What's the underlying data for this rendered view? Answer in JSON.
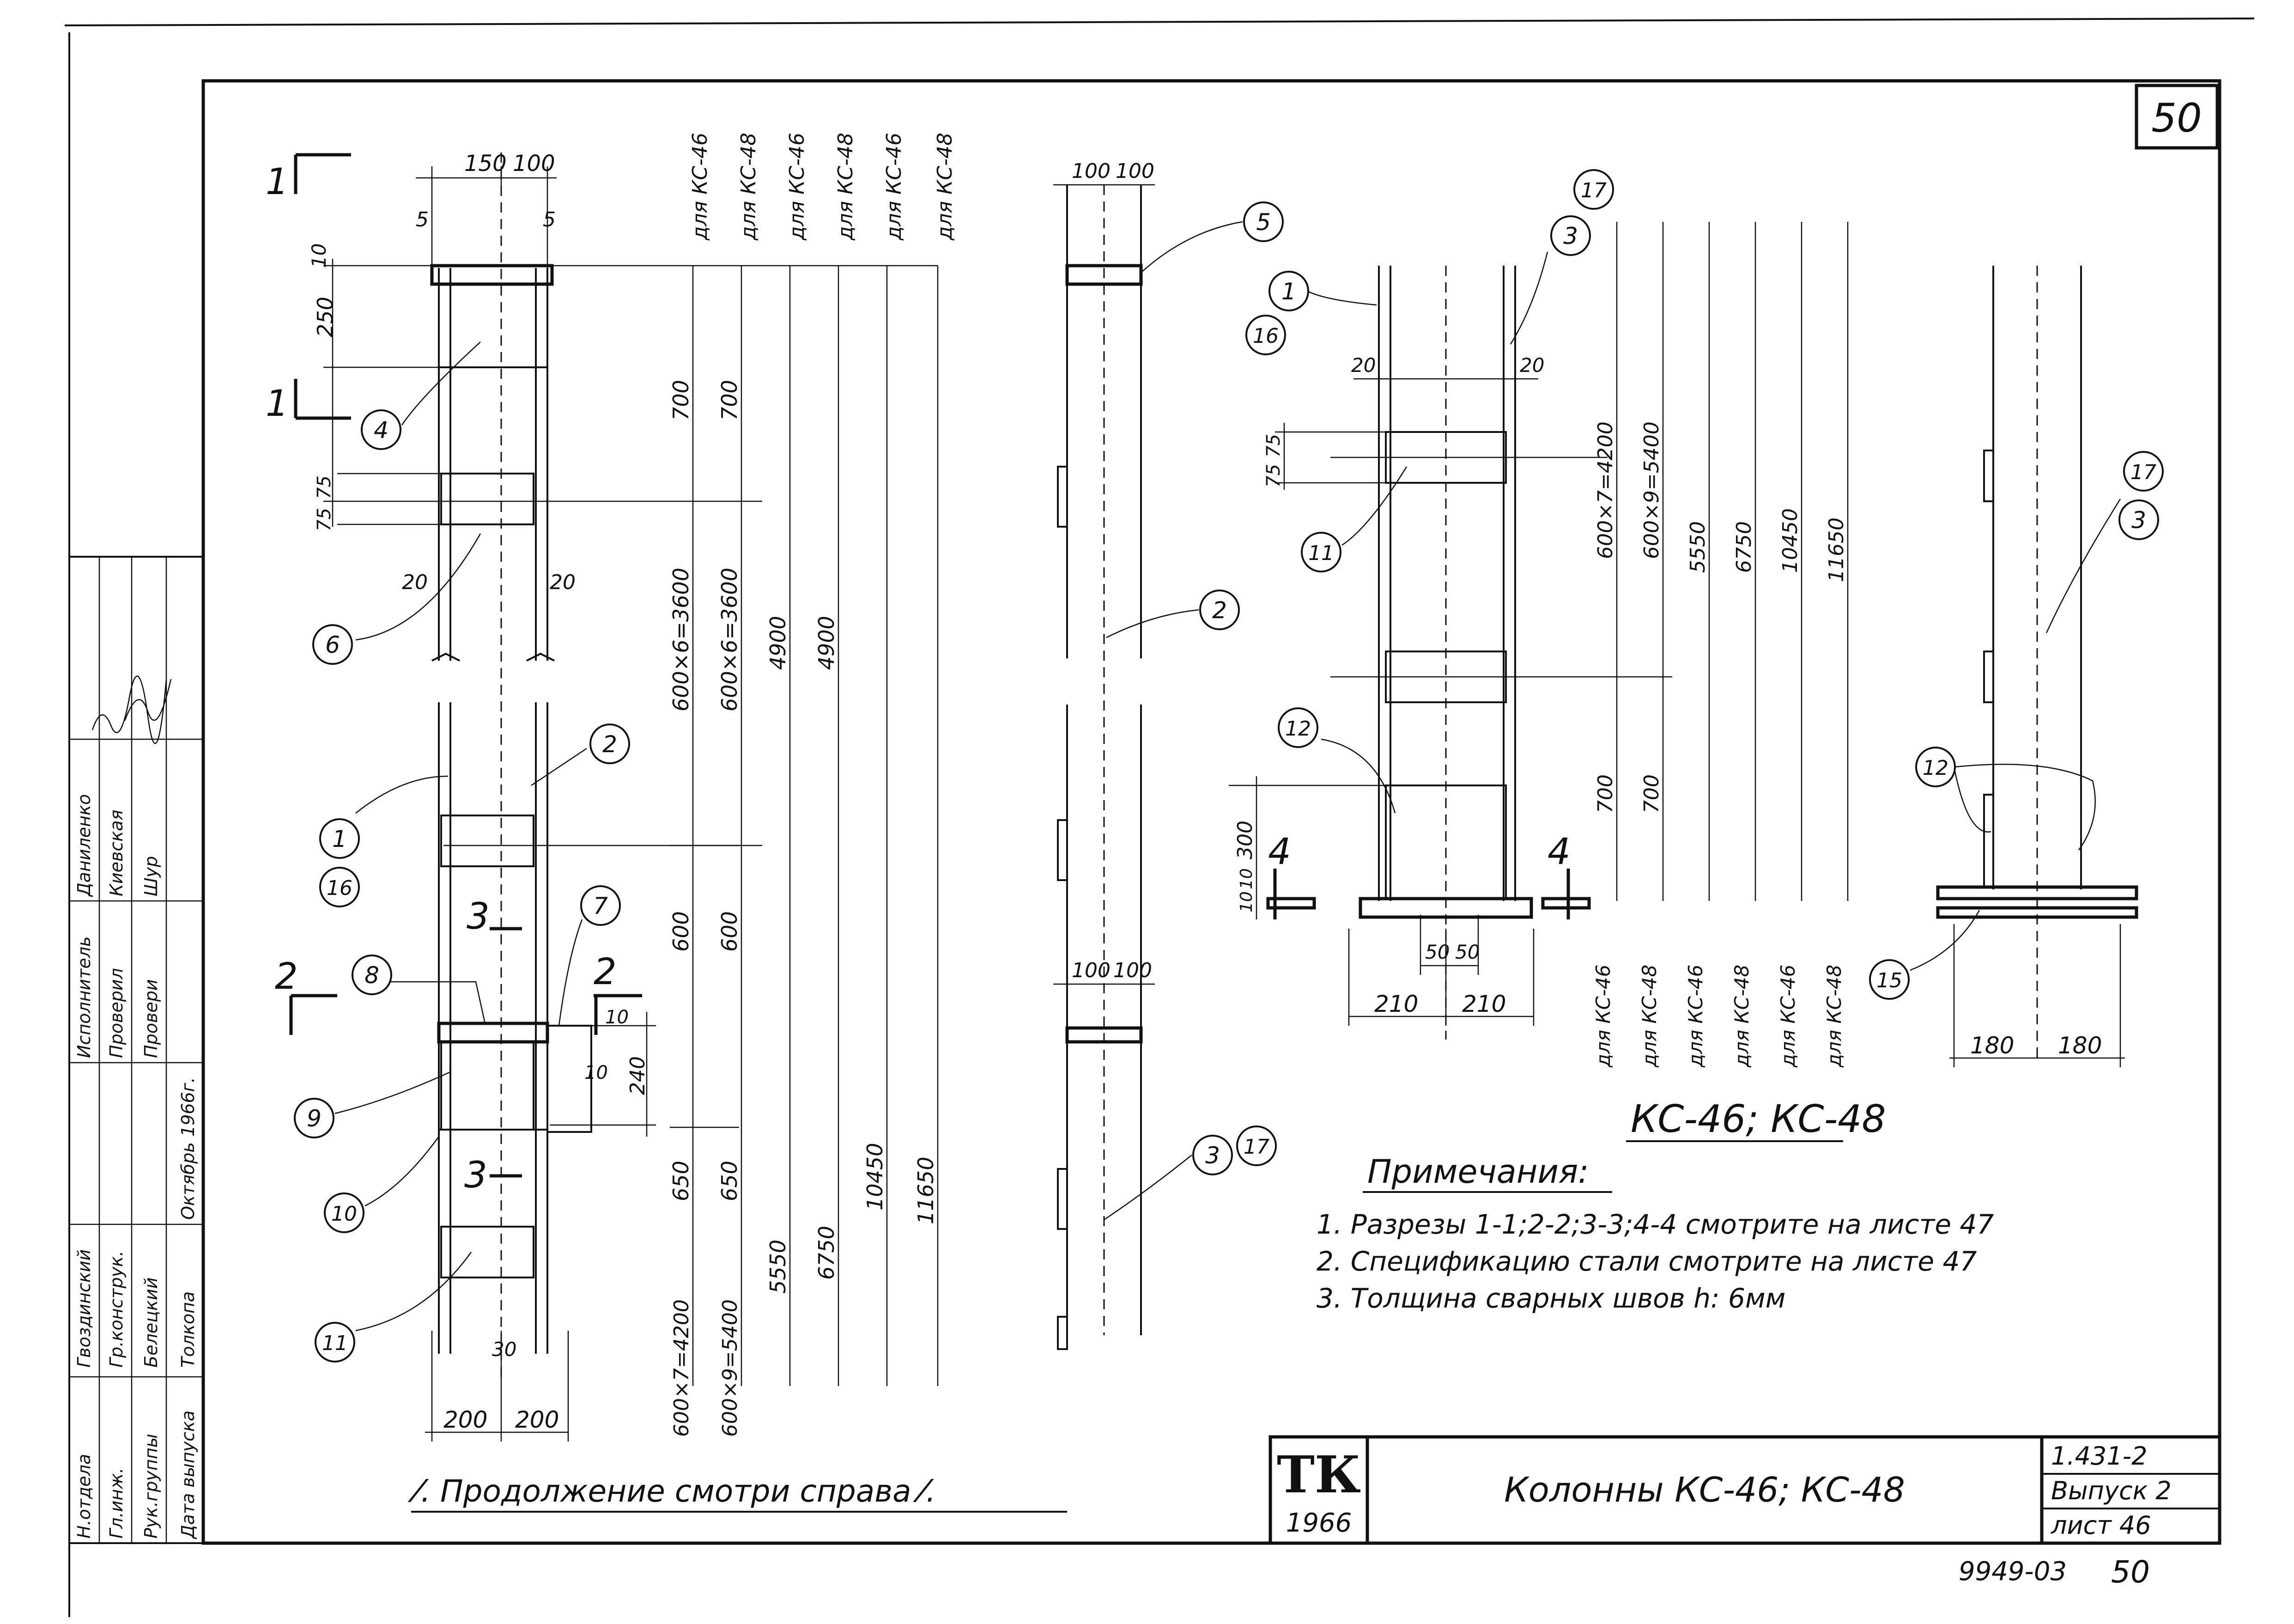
{
  "sheet": {
    "page_number": "50",
    "footer_code": "9949-03",
    "footer_page": "50",
    "continuation_note": "⁄. Продолжение смотри справа ⁄.",
    "drawing_title": "КС-46; КС-48",
    "notes_heading": "Примечания:",
    "notes": [
      "1. Разрезы 1-1;2-2;3-3;4-4 смотрите на листе 47",
      "2. Спецификацию стали смотрите на листе 47",
      "3. Толщина сварных швов h: 6мм"
    ],
    "title_block": {
      "logo": "ТК",
      "year": "1966",
      "title": "Колонны КС-46; КС-48",
      "series": "1.431-2",
      "issue": "Выпуск 2",
      "sheet": "лист 46"
    },
    "stamp": {
      "col_roles": [
        "Н.отдела",
        "Гл.инж.",
        "Рук.группы",
        "Дата выпуска"
      ],
      "col_names": [
        "Гвоздинский",
        "Гр.конструк.",
        "Белецкий",
        "Толкопа",
        "Октябрь 1966г."
      ],
      "col_roles2": [
        "Исполнитель",
        "Проверил",
        "Провери"
      ],
      "col_names2": [
        "Даниленко",
        "Киевская",
        "Шур"
      ]
    }
  },
  "labels": {
    "dims_left_top": [
      "150",
      "100",
      "5",
      "5",
      "10",
      "250",
      "75",
      "75",
      "20",
      "20"
    ],
    "dims_left_bottom": [
      "200",
      "200",
      "30",
      "10",
      "240",
      "10"
    ],
    "section_marks": [
      "1",
      "1",
      "2",
      "2",
      "3",
      "3",
      "4",
      "4"
    ],
    "column_a": [
      "для КС-46",
      "для КС-48",
      "для КС-46",
      "для КС-48",
      "для КС-46",
      "для КС-48"
    ],
    "column_a_values_1": [
      "700",
      "600×6=3600",
      "600",
      "650",
      "600×7=4200"
    ],
    "column_a_values_2": [
      "700",
      "600×6=3600",
      "600",
      "650",
      "600×9=5400"
    ],
    "column_a_values_3": [
      "4900",
      "5550"
    ],
    "column_a_values_4": [
      "4900",
      "6750"
    ],
    "column_a_values_5": [
      "10450"
    ],
    "column_a_values_6": [
      "11650"
    ],
    "mid_dims": [
      "100",
      "100",
      "100",
      "100"
    ],
    "right_dims_top": [
      "20",
      "20",
      "75",
      "75"
    ],
    "right_values": [
      "600×7=4200",
      "600×9=5400",
      "5550",
      "6750",
      "10450",
      "11650",
      "700",
      "700"
    ],
    "right_bottom_dims": [
      "210",
      "210",
      "50",
      "50",
      "10",
      "10",
      "300"
    ],
    "right_column_labels": [
      "для КС-46",
      "для КС-48",
      "для КС-46",
      "для КС-48",
      "для КС-46",
      "для КС-48"
    ],
    "far_right_dims": [
      "180",
      "180"
    ],
    "callouts": [
      "1",
      "2",
      "3",
      "4",
      "5",
      "6",
      "7",
      "8",
      "9",
      "10",
      "11",
      "12",
      "15",
      "16",
      "17"
    ]
  }
}
